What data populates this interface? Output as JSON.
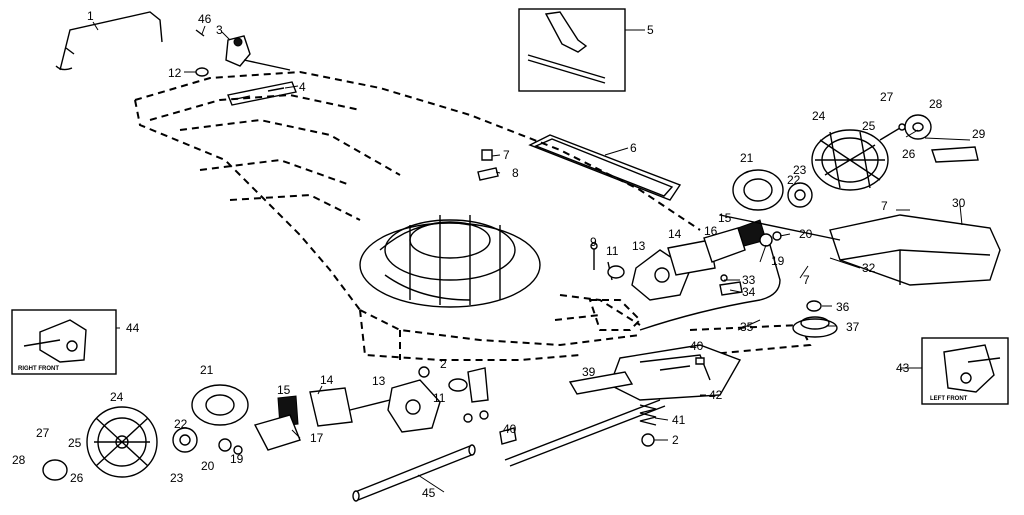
{
  "callouts": {
    "c1": "1",
    "c2a": "2",
    "c2b": "2",
    "c3": "3",
    "c4": "4",
    "c5": "5",
    "c6": "6",
    "c7a": "7",
    "c7b": "7",
    "c7c": "7",
    "c8": "8",
    "c9": "9",
    "c11a": "11",
    "c11b": "11",
    "c12": "12",
    "c13a": "13",
    "c13b": "13",
    "c14a": "14",
    "c14b": "14",
    "c15a": "15",
    "c15b": "15",
    "c16": "16",
    "c17": "17",
    "c19a": "19",
    "c19b": "19",
    "c20a": "20",
    "c20b": "20",
    "c21a": "21",
    "c21b": "21",
    "c22a": "22",
    "c22b": "22",
    "c23a": "23",
    "c23b": "23",
    "c24a": "24",
    "c24b": "24",
    "c25a": "25",
    "c25b": "25",
    "c26a": "26",
    "c26b": "26",
    "c27a": "27",
    "c27b": "27",
    "c28a": "28",
    "c28b": "28",
    "c29": "29",
    "c30": "30",
    "c32": "32",
    "c33": "33",
    "c34": "34",
    "c35": "35",
    "c36": "36",
    "c37": "37",
    "c39": "39",
    "c40a": "40",
    "c40b": "40",
    "c41": "41",
    "c42": "42",
    "c43": "43",
    "c44": "44",
    "c45": "45",
    "c46": "46"
  },
  "insets": {
    "right_front": "RIGHT FRONT",
    "left_front": "LEFT FRONT"
  }
}
